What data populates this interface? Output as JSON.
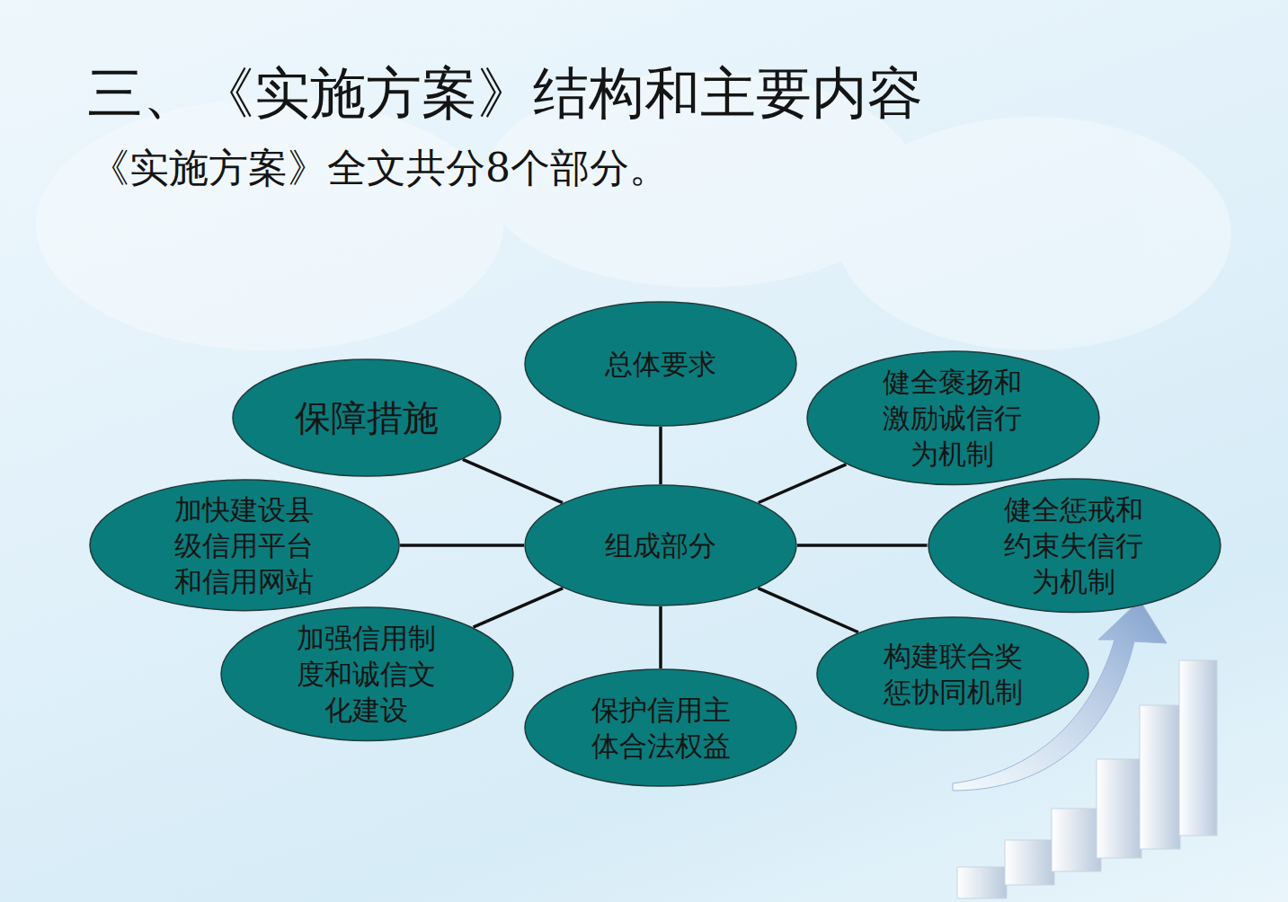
{
  "diagram": {
    "title": "三、《实施方案》结构和主要内容",
    "nodes": [
      {
        "text": [
          "总体要求"
        ]
      },
      {
        "text": [
          "保障措施"
        ]
      },
      {
        "text": [
          "健全褒扬和激励诚信行为机制"
        ]
      },
      {
        "text": [
          "加快建设县级信用平台和信用网站"
        ]
      },
      {
        "text": [
          "组成部分"
        ]
      },
      {
        "text": [
          "健全惩戒和约束失信行为机制"
        ]
      },
      {
        "text": [
          "加强信用制度和诚信文化建设"
        ]
      },
      {
        "text": [
          "构建联合奖惩协同机制"
        ]
      },
      {
        "text": [
          "保护信用主体合法权益"
        ]
      }
    ],
    "edges": [
      {
        "from": 4,
        "to": 0,
        "arrow": "none"
      },
      {
        "from": 4,
        "to": 1,
        "arrow": "none"
      },
      {
        "from": 4,
        "to": 2,
        "arrow": "none"
      },
      {
        "from": 4,
        "to": 3,
        "arrow": "none"
      },
      {
        "from": 4,
        "to": 5,
        "arrow": "none"
      },
      {
        "from": 4,
        "to": 6,
        "arrow": "none"
      },
      {
        "from": 4,
        "to": 7,
        "arrow": "none"
      },
      {
        "from": 4,
        "to": 8,
        "arrow": "none"
      }
    ],
    "labels": [
      "《实施方案》全文共分8个部分。"
    ]
  }
}
